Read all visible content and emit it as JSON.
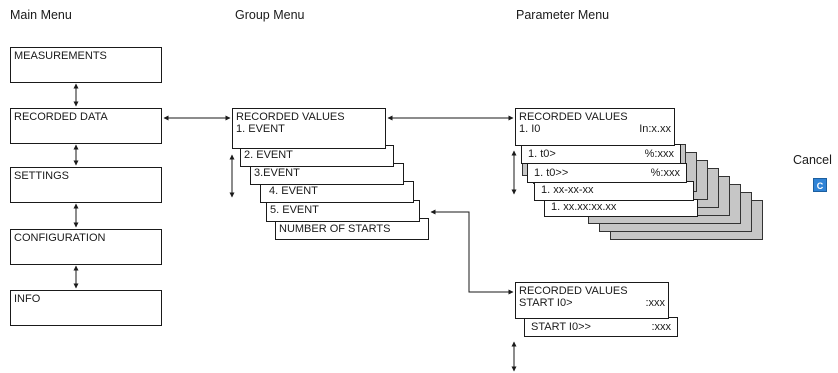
{
  "headers": {
    "main_menu": "Main Menu",
    "group_menu": "Group Menu",
    "parameter_menu": "Parameter Menu",
    "cancel": "Cancel"
  },
  "cancel_key_label": "C",
  "main_menu_items": [
    "MEASUREMENTS",
    "RECORDED DATA",
    "SETTINGS",
    "CONFIGURATION",
    "INFO"
  ],
  "group_menu": {
    "title": "RECORDED VALUES",
    "items": [
      "1. EVENT",
      "2. EVENT",
      "3.EVENT",
      "4. EVENT",
      "5. EVENT",
      "NUMBER OF STARTS"
    ]
  },
  "parameter_menu": {
    "title": "RECORDED VALUES",
    "rows": [
      {
        "label": "1. I0",
        "value": "In:x.xx"
      },
      {
        "label": "1. t0>",
        "value": "%:xxx"
      },
      {
        "label": "1. t0>>",
        "value": "%:xxx"
      },
      {
        "label": "1. xx-xx-xx",
        "value": ""
      },
      {
        "label": "1. xx.xx:xx.xx",
        "value": ""
      }
    ]
  },
  "starts_menu": {
    "title": "RECORDED VALUES",
    "rows": [
      {
        "label": "START  I0>",
        "value": ":xxx"
      },
      {
        "label": "START  I0>>",
        "value": ":xxx"
      }
    ]
  },
  "colors": {
    "line": "#1a1a1a",
    "shadow_card": "#c6c6c6",
    "cancel_key": "#2f83d6"
  }
}
